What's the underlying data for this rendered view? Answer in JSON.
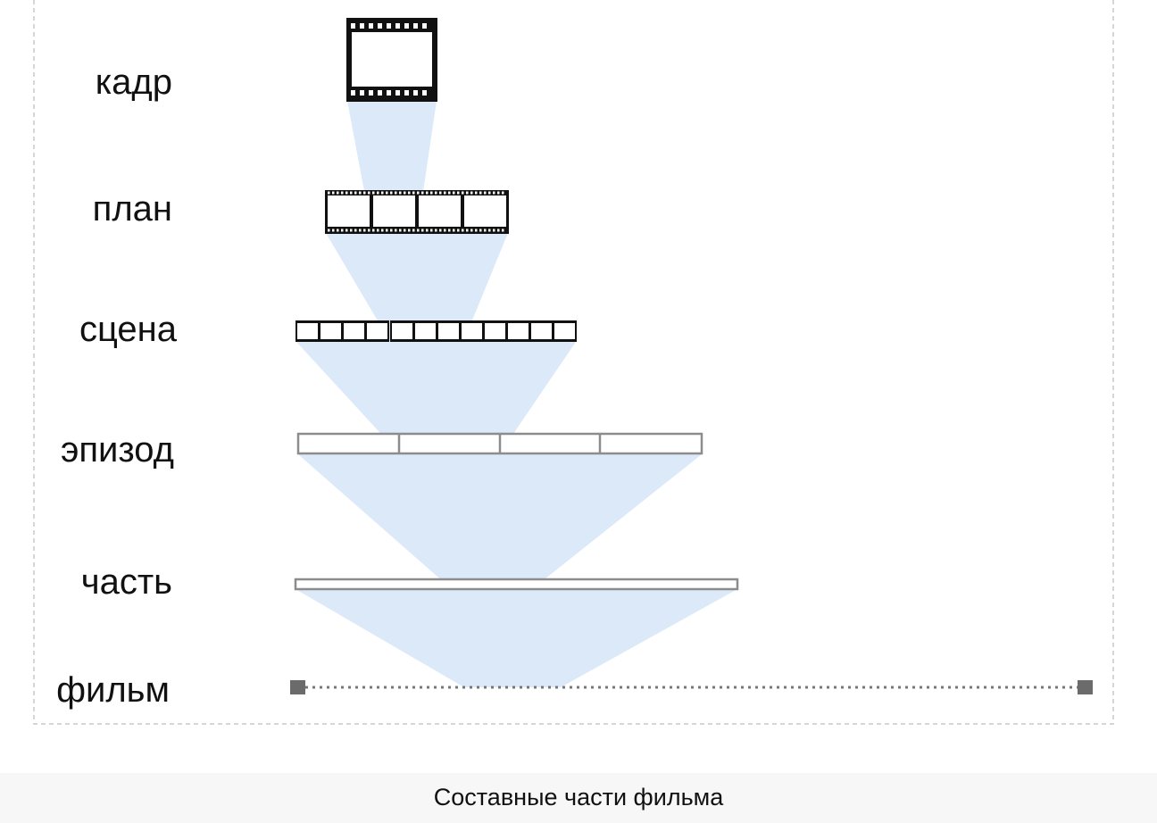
{
  "levels": [
    {
      "id": "frame",
      "label": "кадр"
    },
    {
      "id": "shot",
      "label": "план"
    },
    {
      "id": "scene",
      "label": "сцена"
    },
    {
      "id": "episode",
      "label": "эпизод"
    },
    {
      "id": "part",
      "label": "часть"
    },
    {
      "id": "film",
      "label": "фильм"
    }
  ],
  "caption": "Составные части фильма",
  "colors": {
    "beam": "#dbe9f8",
    "border": "#c8c8c8",
    "film_black": "#111111",
    "light_frame": "#8c8c8c",
    "endpoint": "#6b6b6b"
  }
}
